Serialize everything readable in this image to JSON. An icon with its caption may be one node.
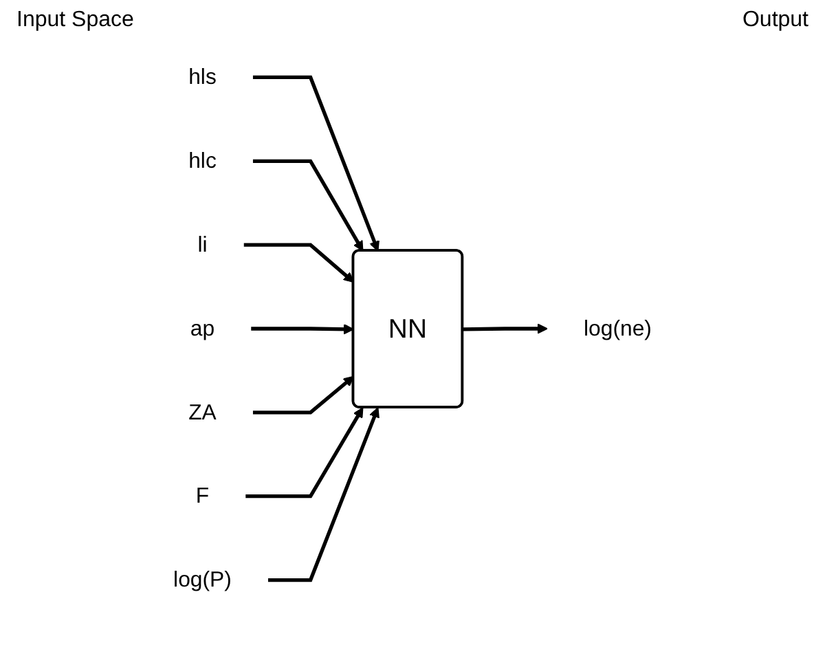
{
  "diagram": {
    "nodes": [
      {
        "text": [
          "hls"
        ]
      },
      {
        "text": [
          "hlc"
        ]
      },
      {
        "text": [
          "li"
        ]
      },
      {
        "text": [
          "ap"
        ]
      },
      {
        "text": [
          "ZA"
        ]
      },
      {
        "text": [
          "F"
        ]
      },
      {
        "text": [
          "log(P)"
        ]
      },
      {
        "text": [
          "NN"
        ]
      },
      {
        "text": [
          "log(ne)"
        ]
      }
    ],
    "edges": [
      {
        "from": 0,
        "to": 7,
        "arrow": "to"
      },
      {
        "from": 1,
        "to": 7,
        "arrow": "to"
      },
      {
        "from": 2,
        "to": 7,
        "arrow": "to"
      },
      {
        "from": 3,
        "to": 7,
        "arrow": "to"
      },
      {
        "from": 4,
        "to": 7,
        "arrow": "to"
      },
      {
        "from": 5,
        "to": 7,
        "arrow": "to"
      },
      {
        "from": 6,
        "to": 7,
        "arrow": "to"
      },
      {
        "from": 7,
        "to": 8,
        "arrow": "to"
      }
    ],
    "labels": [
      "Input Space",
      "Output"
    ]
  }
}
